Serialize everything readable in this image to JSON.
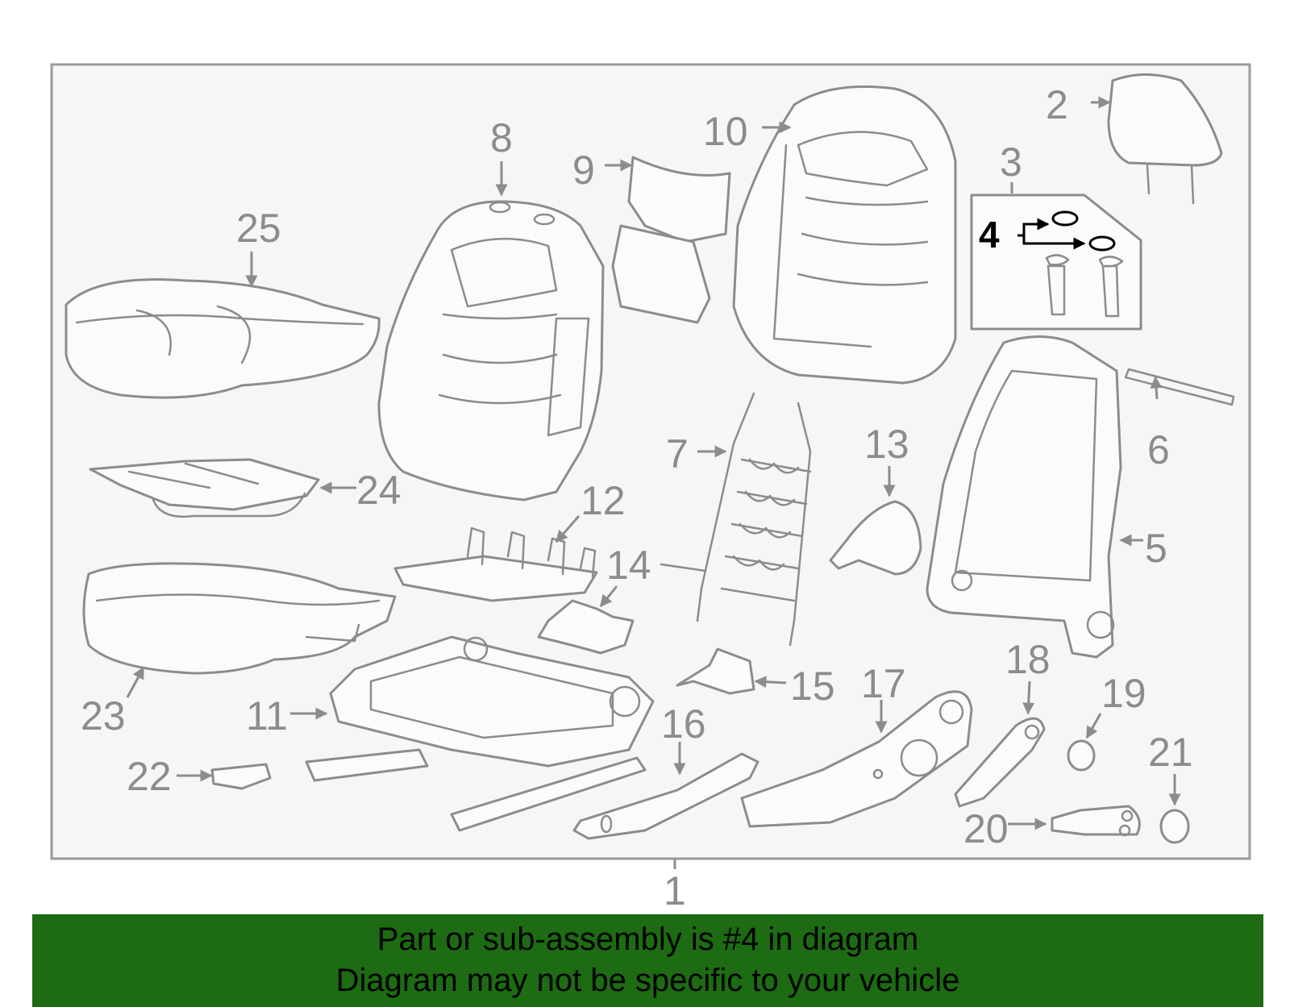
{
  "callouts": {
    "c1": "1",
    "c2": "2",
    "c3": "3",
    "c4": "4",
    "c5": "5",
    "c6": "6",
    "c7": "7",
    "c8": "8",
    "c9": "9",
    "c10": "10",
    "c11": "11",
    "c12": "12",
    "c13": "13",
    "c14": "14",
    "c15": "15",
    "c16": "16",
    "c17": "17",
    "c18": "18",
    "c19": "19",
    "c20": "20",
    "c21": "21",
    "c22": "22",
    "c23": "23",
    "c24": "24",
    "c25": "25"
  },
  "highlighted_part": "4",
  "colors": {
    "banner_bg": "#1d6b12",
    "highlight": "#000000",
    "line_art": "#8c8c8c"
  },
  "banner": {
    "line1": "Part or sub-assembly is #4 in diagram",
    "line2": "Diagram may not be specific to your vehicle"
  }
}
